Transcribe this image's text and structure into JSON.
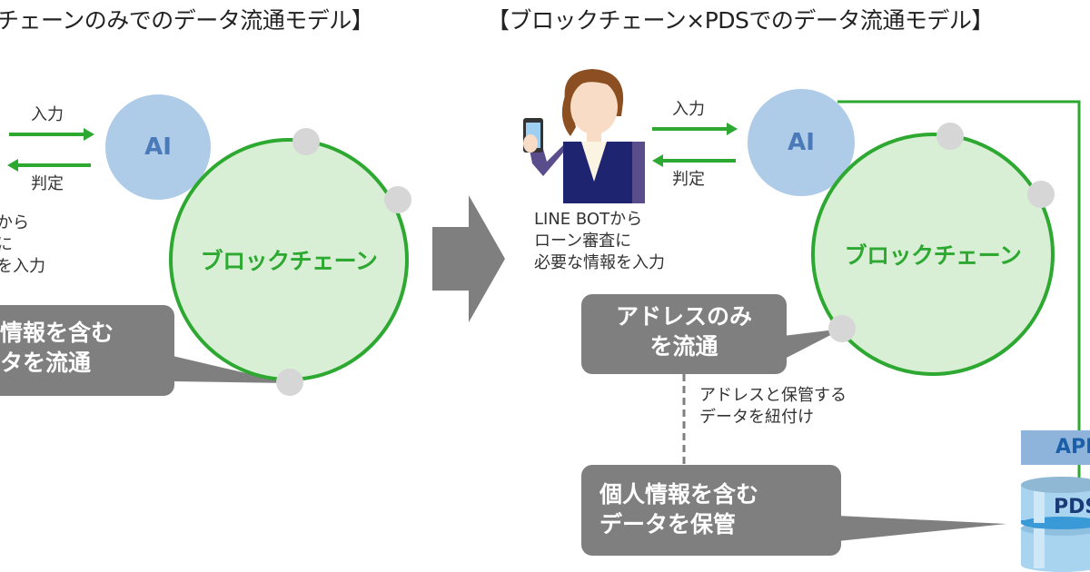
{
  "left_panel": {
    "title": "チェーンのみでのデータ流通モデル】",
    "arrow_in_label": "入力",
    "arrow_out_label": "判定",
    "ai_label": "AI",
    "blockchain_label": "ブロックチェーン",
    "user_desc": [
      "から",
      "に",
      "を入力"
    ],
    "bubble": [
      "情報を含む",
      "タを流通"
    ]
  },
  "right_panel": {
    "title": "【ブロックチェーン×PDSでのデータ流通モデル】",
    "arrow_in_label": "入力",
    "arrow_out_label": "判定",
    "ai_label": "AI",
    "blockchain_label": "ブロックチェーン",
    "user_desc": [
      "LINE BOTから",
      "ローン審査に",
      "必要な情報を入力"
    ],
    "bubble_address": [
      "アドレスのみ",
      "を流通"
    ],
    "link_desc": [
      "アドレスと保管する",
      "データを紐付け"
    ],
    "bubble_storage": [
      "個人情報を含む",
      "データを保管"
    ],
    "api_label": "API",
    "pds_label": "PDS"
  },
  "colors": {
    "green": "#2da830",
    "light_green": "#d8efd5",
    "ai_blue": "#aecbe8",
    "ai_text": "#4a7ab8",
    "bubble_gray": "#7f7f7f",
    "node_gray": "#d6d6d6",
    "api_blue": "#8fb4dc",
    "pds_blue": "#a8d4f0"
  }
}
